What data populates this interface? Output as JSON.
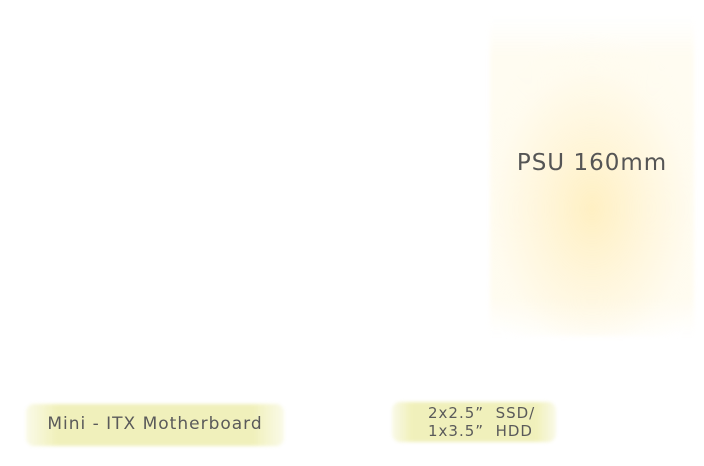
{
  "labels": {
    "psu": "PSU 160mm",
    "motherboard": "Mini - ITX Motherboard",
    "drive_line1": "2x2.5”  SSD/",
    "drive_line2": "1x3.5”  HDD"
  },
  "colors": {
    "psu_glow": "#fff0c8",
    "tag_highlight": "#eeeeaf",
    "text": "#555555"
  }
}
